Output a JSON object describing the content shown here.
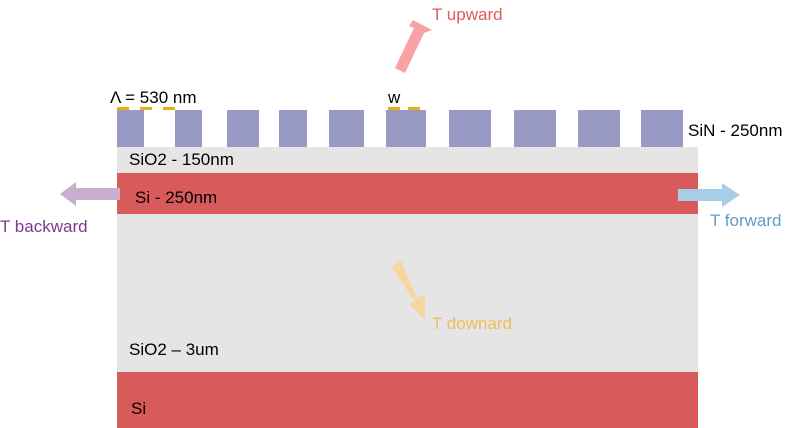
{
  "colors": {
    "sio2": "#e5e5e5",
    "si": "#d95a5a",
    "grating": "#9999c6",
    "period_mark": "#e8b00c",
    "upward": "#f7a3a6",
    "upward_text": "#e25a5a",
    "backward": "#c9aed0",
    "backward_text": "#7d3a8c",
    "forward": "#a8cde6",
    "forward_text": "#5e9ec4",
    "downward": "#f8d6a1",
    "downward_text": "#edbf59"
  },
  "labels": {
    "period": "Λ = 530 nm",
    "width": "w",
    "sin": "SiN - 250nm",
    "sio2_top": "SiO2 - 150nm",
    "si_core": "Si - 250nm",
    "sio2_box": "SiO2 – 3um",
    "si_substrate": "Si",
    "t_upward": "T upward",
    "t_backward": "T backward",
    "t_forward": "T forward",
    "t_downward": "T downard"
  }
}
